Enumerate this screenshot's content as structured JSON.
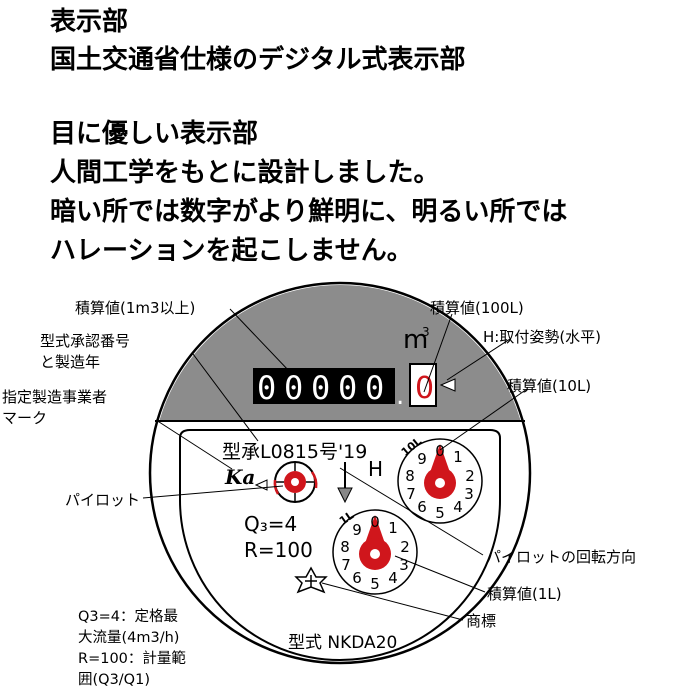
{
  "headings": {
    "line1": "表示部",
    "line2": "国土交通省仕様のデジタル式表示部",
    "line3": "目に優しい表示部",
    "line4": "人間工学をもとに設計しました。",
    "line5": "暗い所では数字がより鮮明に、明るい所では",
    "line6": "ハレーションを起こしません。"
  },
  "labels": {
    "counter_m3": "積算値(1m3以上)",
    "counter_100L": "積算値(100L)",
    "approval_1": "型式承認番号",
    "approval_2": "と製造年",
    "orientation": "H:取付姿勢(水平)",
    "maker_1": "指定製造事業者",
    "maker_2": "マーク",
    "counter_10L": "積算値(10L)",
    "pilot": "パイロット",
    "pilot_direction": "パイロットの回転方向",
    "counter_1L": "積算値(1L)",
    "trademark": "商標",
    "note_1": "Q3=4：定格最",
    "note_2": "大流量(4m3/h)",
    "note_3": "R=100：計量範",
    "note_4": "囲(Q3/Q1)",
    "model": "型式 NKDA20"
  },
  "meter": {
    "unit_base": "m",
    "unit_exp": "3",
    "counter_digits": [
      "0",
      "0",
      "0",
      "0",
      "0"
    ],
    "decimal_point": ".",
    "decimal_digit": "0",
    "approval_text": "型承L0815号'19",
    "orientation_mark": "H",
    "maker_logo": "Ka",
    "q3_text": "Q₃=4",
    "r_text": "R=100",
    "dial_10L_label": "10L",
    "dial_1L_label": "1L",
    "dial_10L_numbers": [
      "0",
      "1",
      "2",
      "3",
      "4",
      "5",
      "6",
      "7",
      "8",
      "9"
    ],
    "dial_1L_numbers": [
      "0",
      "1",
      "2",
      "3",
      "4",
      "5",
      "6",
      "7",
      "8",
      "9"
    ]
  },
  "colors": {
    "upper_face": "#8c8c8c",
    "pointer_red": "#d0161c",
    "text": "#000000"
  }
}
